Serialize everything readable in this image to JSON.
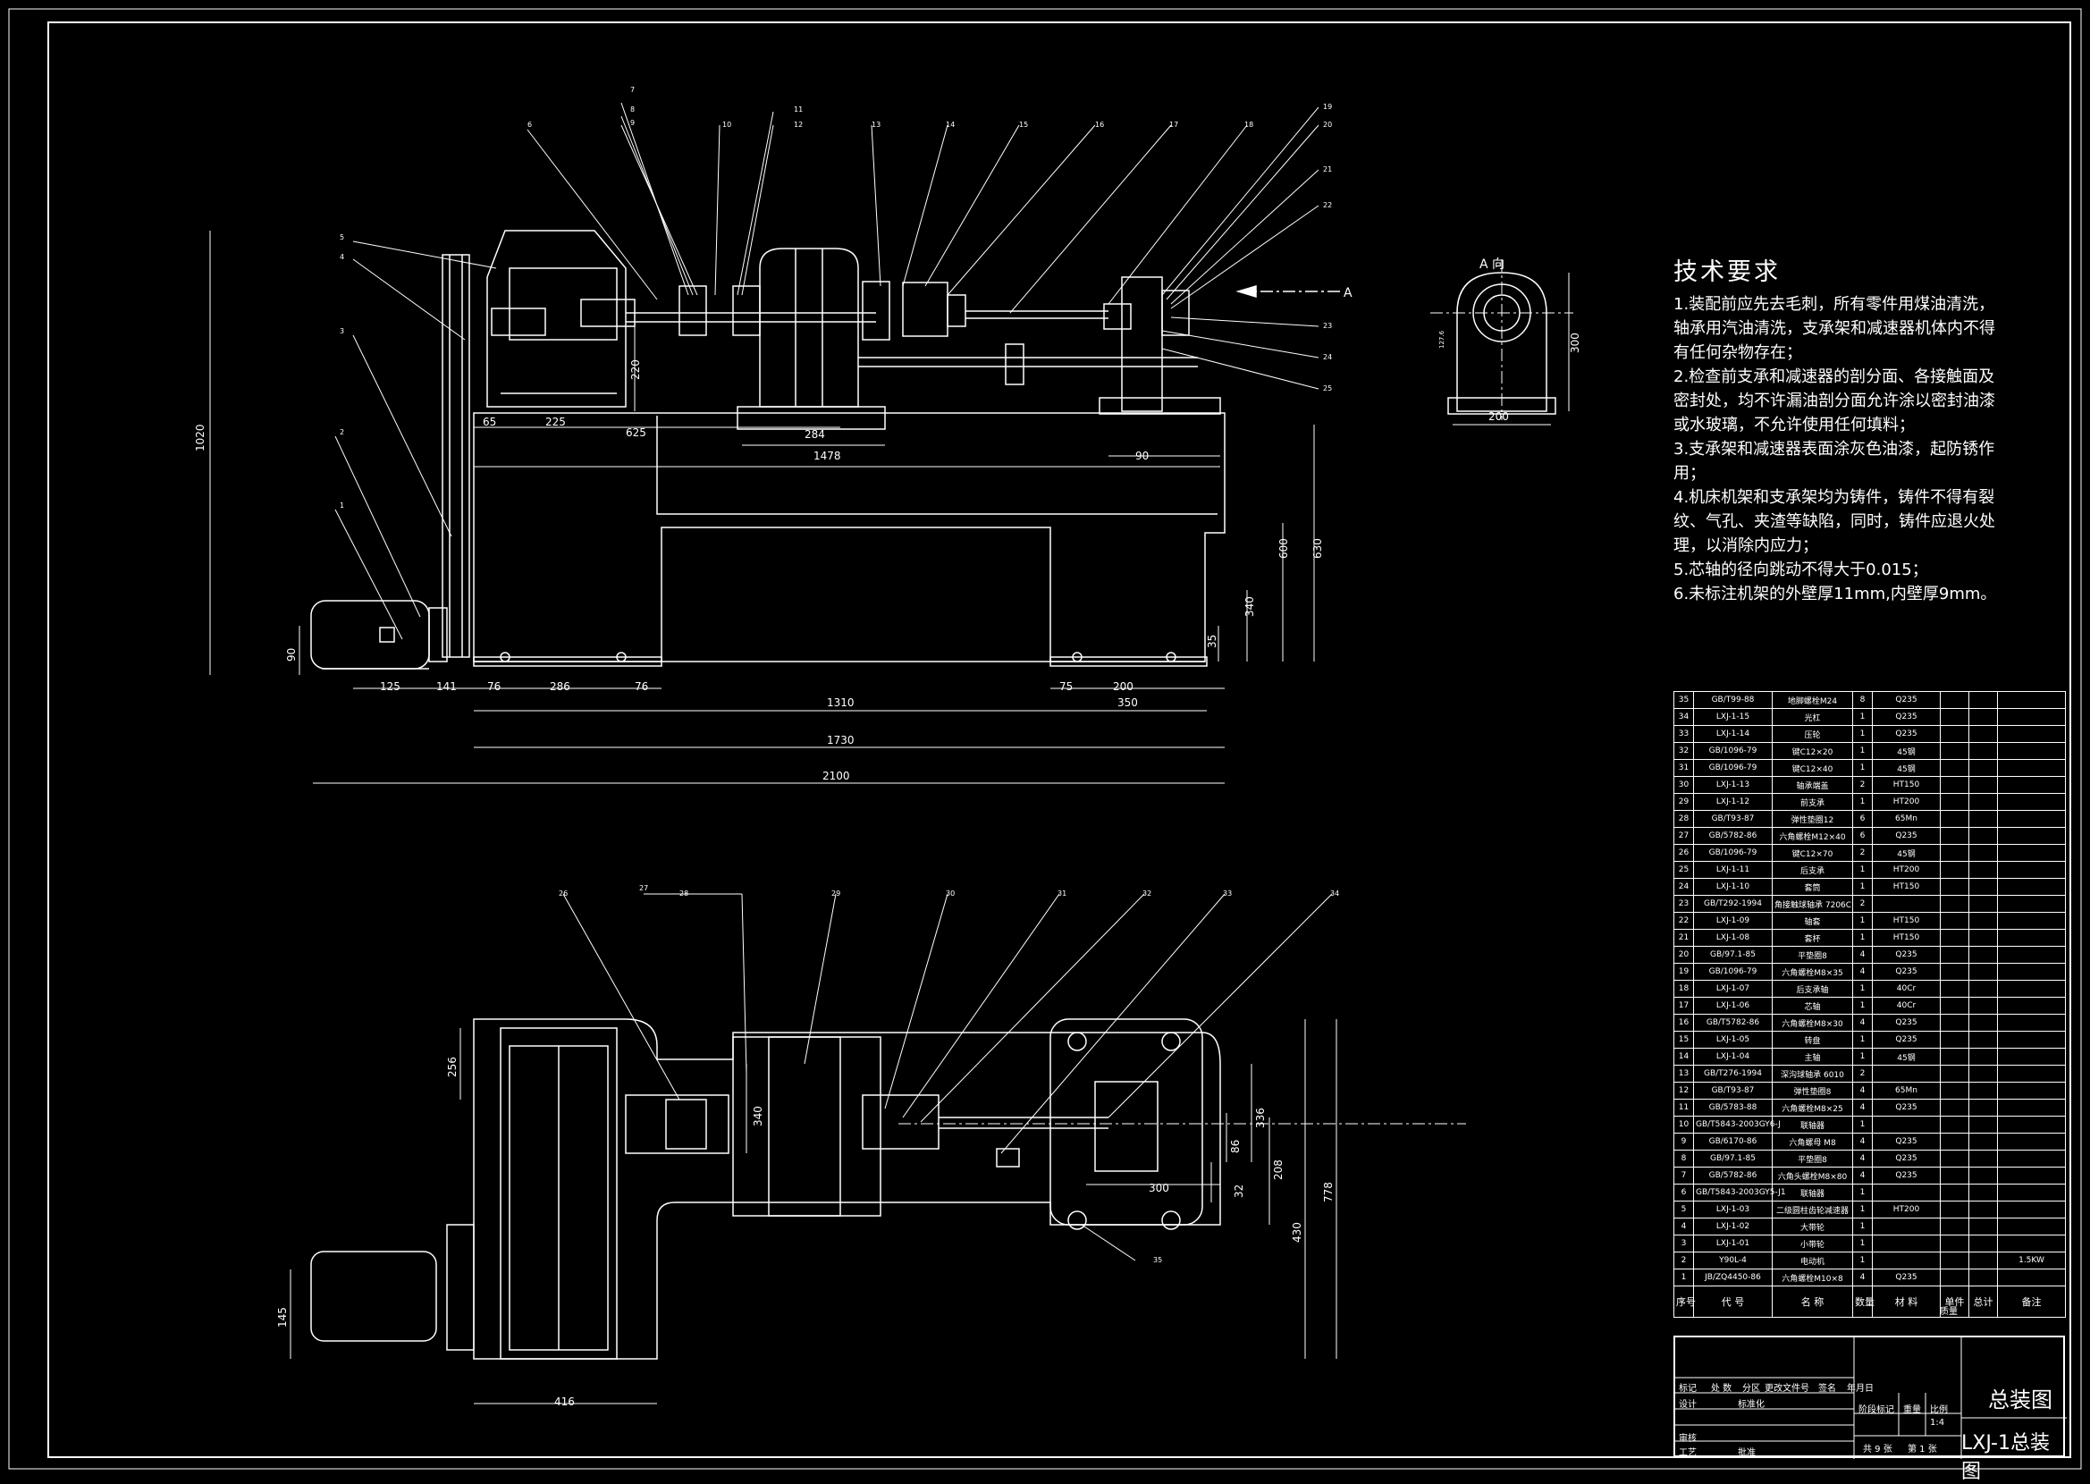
{
  "drawing": {
    "front_view": {
      "callouts": [
        "1",
        "2",
        "3",
        "4",
        "5",
        "6",
        "7",
        "8",
        "9",
        "10",
        "11",
        "12",
        "13",
        "14",
        "15",
        "16",
        "17",
        "18",
        "19",
        "20",
        "21",
        "22",
        "23",
        "24",
        "25"
      ],
      "dimensions": {
        "d1020": "1020",
        "d220": "220",
        "d65": "65",
        "d225": "225",
        "d625": "625",
        "d284": "284",
        "d1478": "1478",
        "d90a": "90",
        "d600": "600",
        "d630": "630",
        "d340": "340",
        "d35": "35",
        "d90b": "90",
        "d125": "125",
        "d141": "141",
        "d76a": "76",
        "d286": "286",
        "d76b": "76",
        "d75": "75",
        "d200": "200",
        "d1310": "1310",
        "d350": "350",
        "d1730": "1730",
        "d2100": "2100"
      },
      "direction_label": "A"
    },
    "side_view": {
      "title": "A 向",
      "dimensions": {
        "d300": "300",
        "d200": "200",
        "d_small": "127.6"
      }
    },
    "top_view": {
      "callouts": [
        "26",
        "27",
        "28",
        "29",
        "30",
        "31",
        "32",
        "33",
        "34",
        "35"
      ],
      "dimensions": {
        "d256": "256",
        "d340": "340",
        "d336": "336",
        "d86": "86",
        "d32": "32",
        "d208": "208",
        "d300": "300",
        "d778": "778",
        "d430": "430",
        "d145": "145",
        "d416": "416"
      }
    }
  },
  "tech_requirements": {
    "title": "技术要求",
    "lines": [
      "1.装配前应先去毛刺，所有零件用煤油清洗，",
      "轴承用汽油清洗，支承架和减速器机体内不得",
      "有任何杂物存在；",
      "2.检查前支承和减速器的剖分面、各接触面及",
      "密封处，均不许漏油剖分面允许涂以密封油漆",
      "或水玻璃，不允许使用任何填料；",
      "3.支承架和减速器表面涂灰色油漆，起防锈作",
      "用；",
      "4.机床机架和支承架均为铸件，铸件不得有裂",
      "纹、气孔、夹渣等缺陷，同时，铸件应退火处",
      "理，以消除内应力；",
      "5.芯轴的径向跳动不得大于0.015；",
      "6.未标注机架的外壁厚11mm,内壁厚9mm。"
    ]
  },
  "bom": {
    "rows": [
      [
        "35",
        "GB/T99-88",
        "地脚螺栓M24",
        "8",
        "Q235",
        "",
        "",
        ""
      ],
      [
        "34",
        "LXJ-1-15",
        "光杠",
        "1",
        "Q235",
        "",
        "",
        ""
      ],
      [
        "33",
        "LXJ-1-14",
        "压轮",
        "1",
        "Q235",
        "",
        "",
        ""
      ],
      [
        "32",
        "GB/1096-79",
        "键C12×20",
        "1",
        "45钢",
        "",
        "",
        ""
      ],
      [
        "31",
        "GB/1096-79",
        "键C12×40",
        "1",
        "45钢",
        "",
        "",
        ""
      ],
      [
        "30",
        "LXJ-1-13",
        "轴承端盖",
        "2",
        "HT150",
        "",
        "",
        ""
      ],
      [
        "29",
        "LXJ-1-12",
        "前支承",
        "1",
        "HT200",
        "",
        "",
        ""
      ],
      [
        "28",
        "GB/T93-87",
        "弹性垫圈12",
        "6",
        "65Mn",
        "",
        "",
        ""
      ],
      [
        "27",
        "GB/5782-86",
        "六角螺栓M12×40",
        "6",
        "Q235",
        "",
        "",
        ""
      ],
      [
        "26",
        "GB/1096-79",
        "键C12×70",
        "2",
        "45钢",
        "",
        "",
        ""
      ],
      [
        "25",
        "LXJ-1-11",
        "后支承",
        "1",
        "HT200",
        "",
        "",
        ""
      ],
      [
        "24",
        "LXJ-1-10",
        "套筒",
        "1",
        "HT150",
        "",
        "",
        ""
      ],
      [
        "23",
        "GB/T292-1994",
        "角接触球轴承 7206C",
        "2",
        "",
        "",
        "",
        ""
      ],
      [
        "22",
        "LXJ-1-09",
        "轴套",
        "1",
        "HT150",
        "",
        "",
        ""
      ],
      [
        "21",
        "LXJ-1-08",
        "套杯",
        "1",
        "HT150",
        "",
        "",
        ""
      ],
      [
        "20",
        "GB/97.1-85",
        "平垫圈8",
        "4",
        "Q235",
        "",
        "",
        ""
      ],
      [
        "19",
        "GB/1096-79",
        "六角螺栓M8×35",
        "4",
        "Q235",
        "",
        "",
        ""
      ],
      [
        "18",
        "LXJ-1-07",
        "后支承轴",
        "1",
        "40Cr",
        "",
        "",
        ""
      ],
      [
        "17",
        "LXJ-1-06",
        "芯轴",
        "1",
        "40Cr",
        "",
        "",
        ""
      ],
      [
        "16",
        "GB/T5782-86",
        "六角螺栓M8×30",
        "4",
        "Q235",
        "",
        "",
        ""
      ],
      [
        "15",
        "LXJ-1-05",
        "转盘",
        "1",
        "Q235",
        "",
        "",
        ""
      ],
      [
        "14",
        "LXJ-1-04",
        "主轴",
        "1",
        "45钢",
        "",
        "",
        ""
      ],
      [
        "13",
        "GB/T276-1994",
        "深沟球轴承 6010",
        "2",
        "",
        "",
        "",
        ""
      ],
      [
        "12",
        "GB/T93-87",
        "弹性垫圈8",
        "4",
        "65Mn",
        "",
        "",
        ""
      ],
      [
        "11",
        "GB/5783-88",
        "六角螺栓M8×25",
        "4",
        "Q235",
        "",
        "",
        ""
      ],
      [
        "10",
        "GB/T5843-2003GY6-J",
        "联轴器",
        "1",
        "",
        "",
        "",
        ""
      ],
      [
        "9",
        "GB/6170-86",
        "六角螺母 M8",
        "4",
        "Q235",
        "",
        "",
        ""
      ],
      [
        "8",
        "GB/97.1-85",
        "平垫圈8",
        "4",
        "Q235",
        "",
        "",
        ""
      ],
      [
        "7",
        "GB/5782-86",
        "六角头螺栓M8×80",
        "4",
        "Q235",
        "",
        "",
        ""
      ],
      [
        "6",
        "GB/T5843-2003GY5-J1",
        "联轴器",
        "1",
        "",
        "",
        "",
        ""
      ],
      [
        "5",
        "LXJ-1-03",
        "二级圆柱齿轮减速器",
        "1",
        "HT200",
        "",
        "",
        ""
      ],
      [
        "4",
        "LXJ-1-02",
        "大带轮",
        "1",
        "",
        "",
        "",
        ""
      ],
      [
        "3",
        "LXJ-1-01",
        "小带轮",
        "1",
        "",
        "",
        "",
        ""
      ],
      [
        "2",
        "Y90L-4",
        "电动机",
        "1",
        "",
        "",
        "",
        "1.5KW"
      ],
      [
        "1",
        "JB/ZQ4450-86",
        "六角螺栓M10×8",
        "4",
        "Q235",
        "",
        "",
        ""
      ]
    ],
    "header": [
      "序号",
      "代    号",
      "名    称",
      "数量",
      "材    料",
      "单件",
      "总计",
      "备注"
    ],
    "header_sub": "质量"
  },
  "title_block": {
    "drawing_name": "总装图",
    "drawing_code": "LXJ-1总装图",
    "labels": [
      "标记",
      "处 数",
      "分区",
      "更改文件号",
      "签名",
      "年月日",
      "设计",
      "标准化",
      "审核",
      "工艺",
      "批准",
      "阶段标记",
      "重量",
      "比例"
    ],
    "scale": "1:4",
    "sheets_total": "共 9 张",
    "sheet_no": "第 1 张"
  }
}
